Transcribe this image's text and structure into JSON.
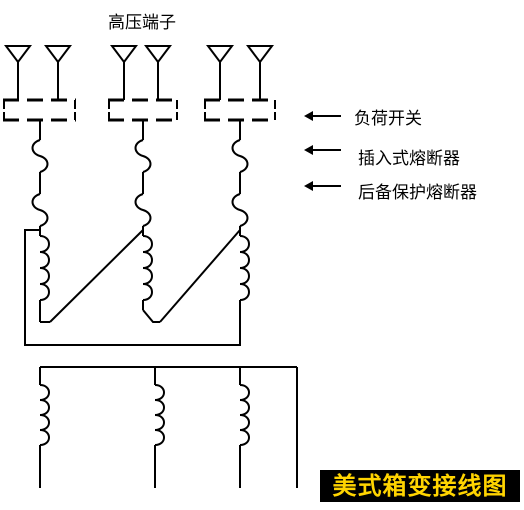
{
  "labels": {
    "title": "高压端子",
    "load_switch": "负荷开关",
    "plugin_fuse": "插入式熔断器",
    "backup_fuse": "后备保护熔断器"
  },
  "banner": {
    "text": "美式箱变接线图"
  },
  "colors": {
    "line": "#000000",
    "banner_bg": "#000000",
    "banner_text": "#ffd400"
  }
}
